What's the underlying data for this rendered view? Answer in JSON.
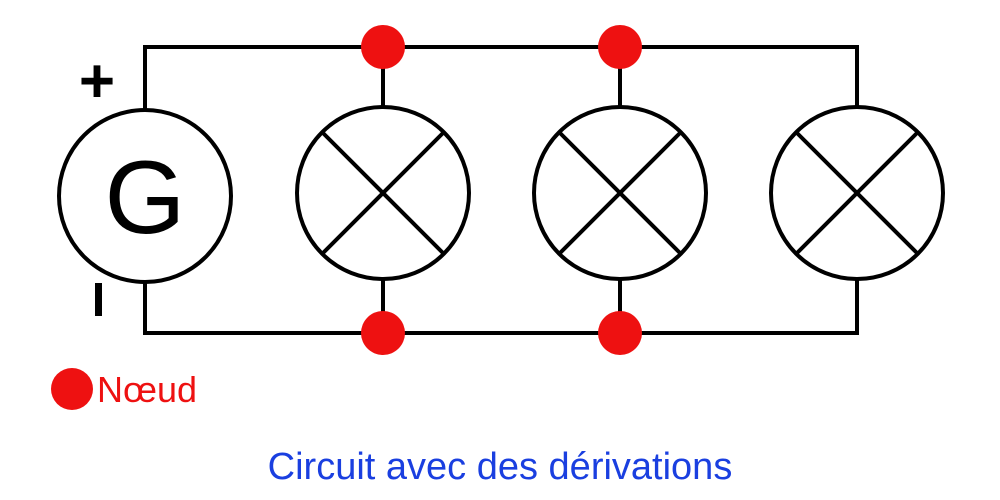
{
  "diagram": {
    "generator": {
      "letter": "G",
      "plus_label": "+",
      "minus_label": "I"
    },
    "lamp_count": 3,
    "legend": {
      "label": "Nœud"
    },
    "caption": "Circuit avec des dérivations",
    "colors": {
      "wire": "#000000",
      "node": "#ee1111",
      "legend_text": "#ee1111",
      "caption": "#1a3fe0"
    }
  }
}
